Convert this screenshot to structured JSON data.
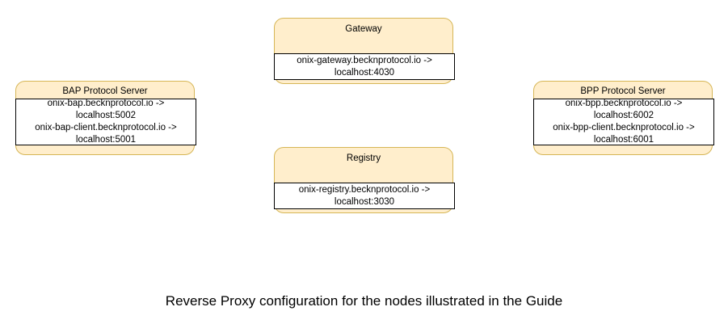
{
  "diagram": {
    "caption": "Reverse Proxy configuration for the nodes illustrated in the Guide",
    "colors": {
      "node_fill": "#ffeecc",
      "node_border": "#d6b656",
      "panel_fill": "#ffffff",
      "panel_border": "#000000",
      "text": "#000000",
      "background": "#ffffff"
    },
    "nodes": [
      {
        "id": "bap",
        "title": "BAP Protocol Server",
        "mappings": [
          "onix-bap.becknprotocol.io ->",
          "localhost:5002",
          "onix-bap-client.becknprotocol.io ->",
          "localhost:5001"
        ]
      },
      {
        "id": "gateway",
        "title": "Gateway",
        "mappings": [
          "onix-gateway.becknprotocol.io ->",
          "localhost:4030"
        ]
      },
      {
        "id": "registry",
        "title": "Registry",
        "mappings": [
          "onix-registry.becknprotocol.io ->",
          "localhost:3030"
        ]
      },
      {
        "id": "bpp",
        "title": "BPP Protocol Server",
        "mappings": [
          "onix-bpp.becknprotocol.io ->",
          "localhost:6002",
          "onix-bpp-client.becknprotocol.io ->",
          "localhost:6001"
        ]
      }
    ]
  }
}
